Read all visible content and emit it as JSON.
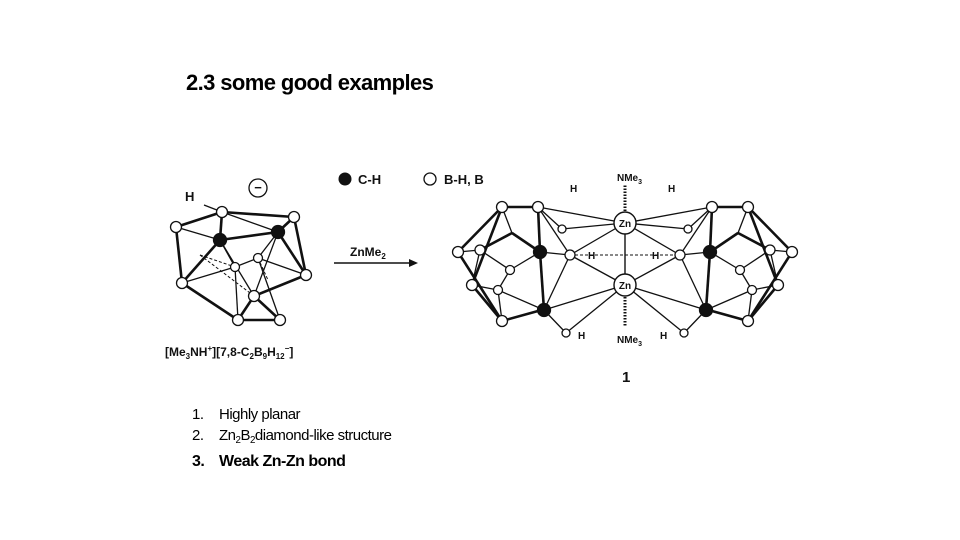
{
  "slide": {
    "title": "2.3 some good examples"
  },
  "figure": {
    "legend": {
      "ch_label": "C-H",
      "bh_label": "B-H, B"
    },
    "charge_symbol": "−",
    "h_label": "H",
    "reagent_main": "ZnMe",
    "reagent_sub": "2",
    "reactant_formula": {
      "p1": "[Me",
      "s1": "3",
      "p2": "NH",
      "sup1": "+",
      "p3": "][7,8-C",
      "s2": "2",
      "p4": "B",
      "s3": "9",
      "p5": "H",
      "s4": "12",
      "sup2": "−",
      "p6": "]"
    },
    "nme3_main": "NMe",
    "nme3_sub": "3",
    "zn_label": "Zn",
    "compound_number": "1"
  },
  "points": [
    {
      "num": "1.",
      "text": "Highly planar"
    },
    {
      "num": "2.",
      "parts": [
        "Zn",
        "2",
        "B",
        "2",
        "diamond-like structure"
      ]
    },
    {
      "num": "3.",
      "text": "Weak Zn-Zn bond"
    }
  ]
}
